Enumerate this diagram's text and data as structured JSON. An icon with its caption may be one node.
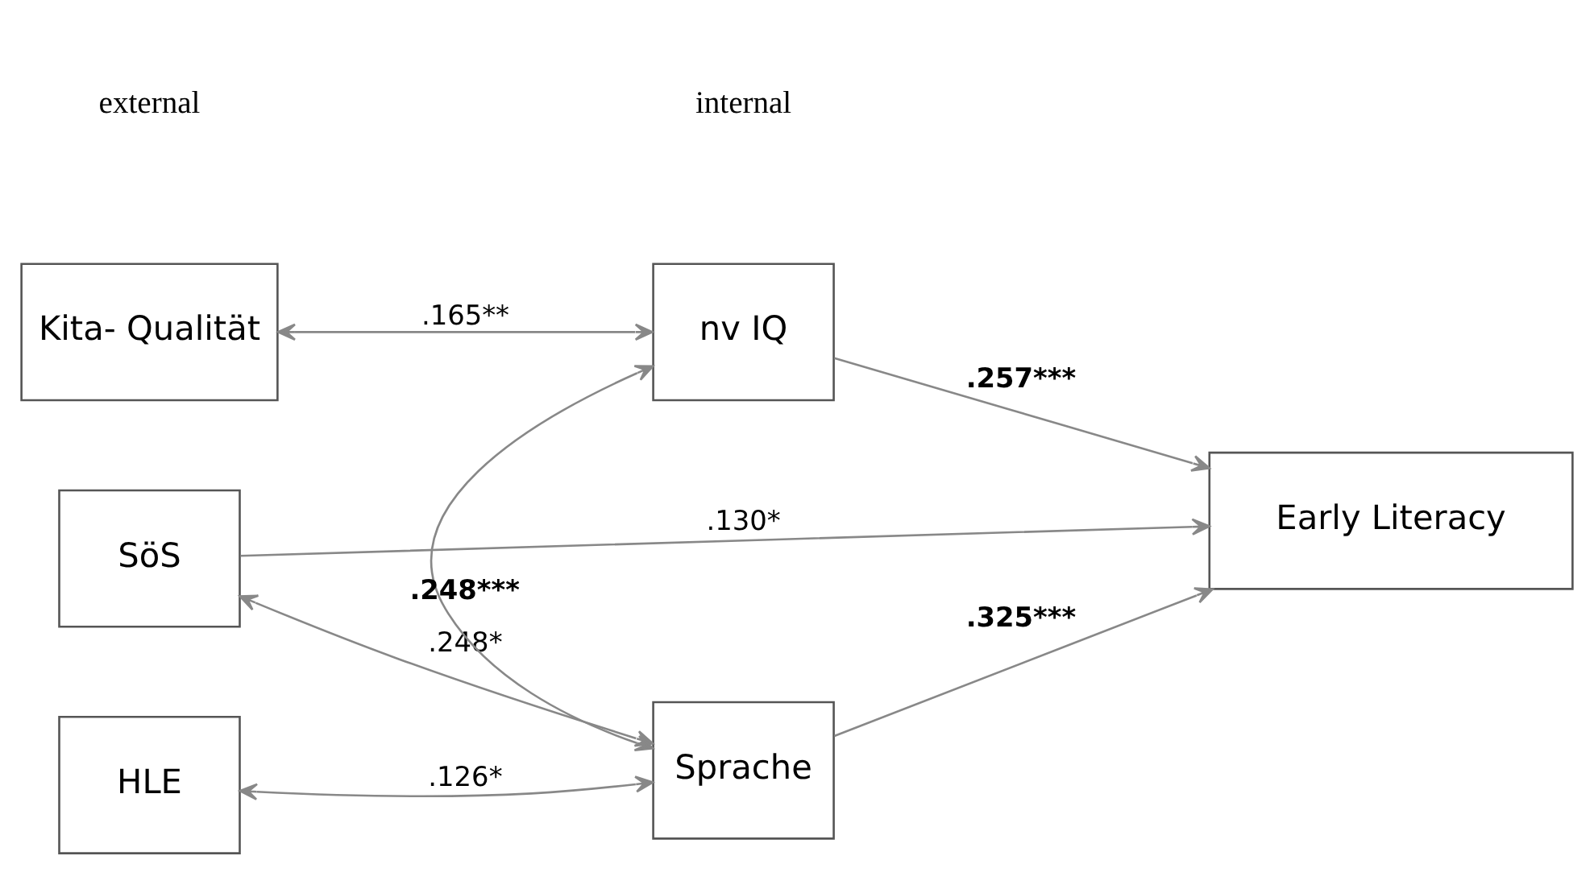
{
  "diagram": {
    "nodes": [
      {
        "text": [
          "SöS"
        ]
      },
      {
        "text": [
          "HLE"
        ]
      },
      {
        "text": [
          "Kita- Qualität"
        ]
      },
      {
        "text": [
          "nv IQ"
        ]
      },
      {
        "text": [
          "Sprache"
        ]
      },
      {
        "text": [
          "Early Literacy"
        ]
      }
    ],
    "edges": [
      {
        "from": 0,
        "to": 5,
        "arrow": "to",
        "label": ".130*"
      },
      {
        "from": 0,
        "to": 4,
        "arrow": "both",
        "label": ".248*"
      },
      {
        "from": 3,
        "to": 5,
        "arrow": "to",
        "label": ".257***"
      },
      {
        "from": 1,
        "to": 4,
        "arrow": "both",
        "label": ".126*"
      },
      {
        "from": 2,
        "to": 3,
        "arrow": "both",
        "label": ".165**"
      },
      {
        "from": 3,
        "to": 4,
        "arrow": "both",
        "label": ".248***"
      },
      {
        "from": 4,
        "to": 5,
        "arrow": "to",
        "label": ".325***"
      }
    ],
    "labels": [
      "external",
      "internal"
    ]
  }
}
